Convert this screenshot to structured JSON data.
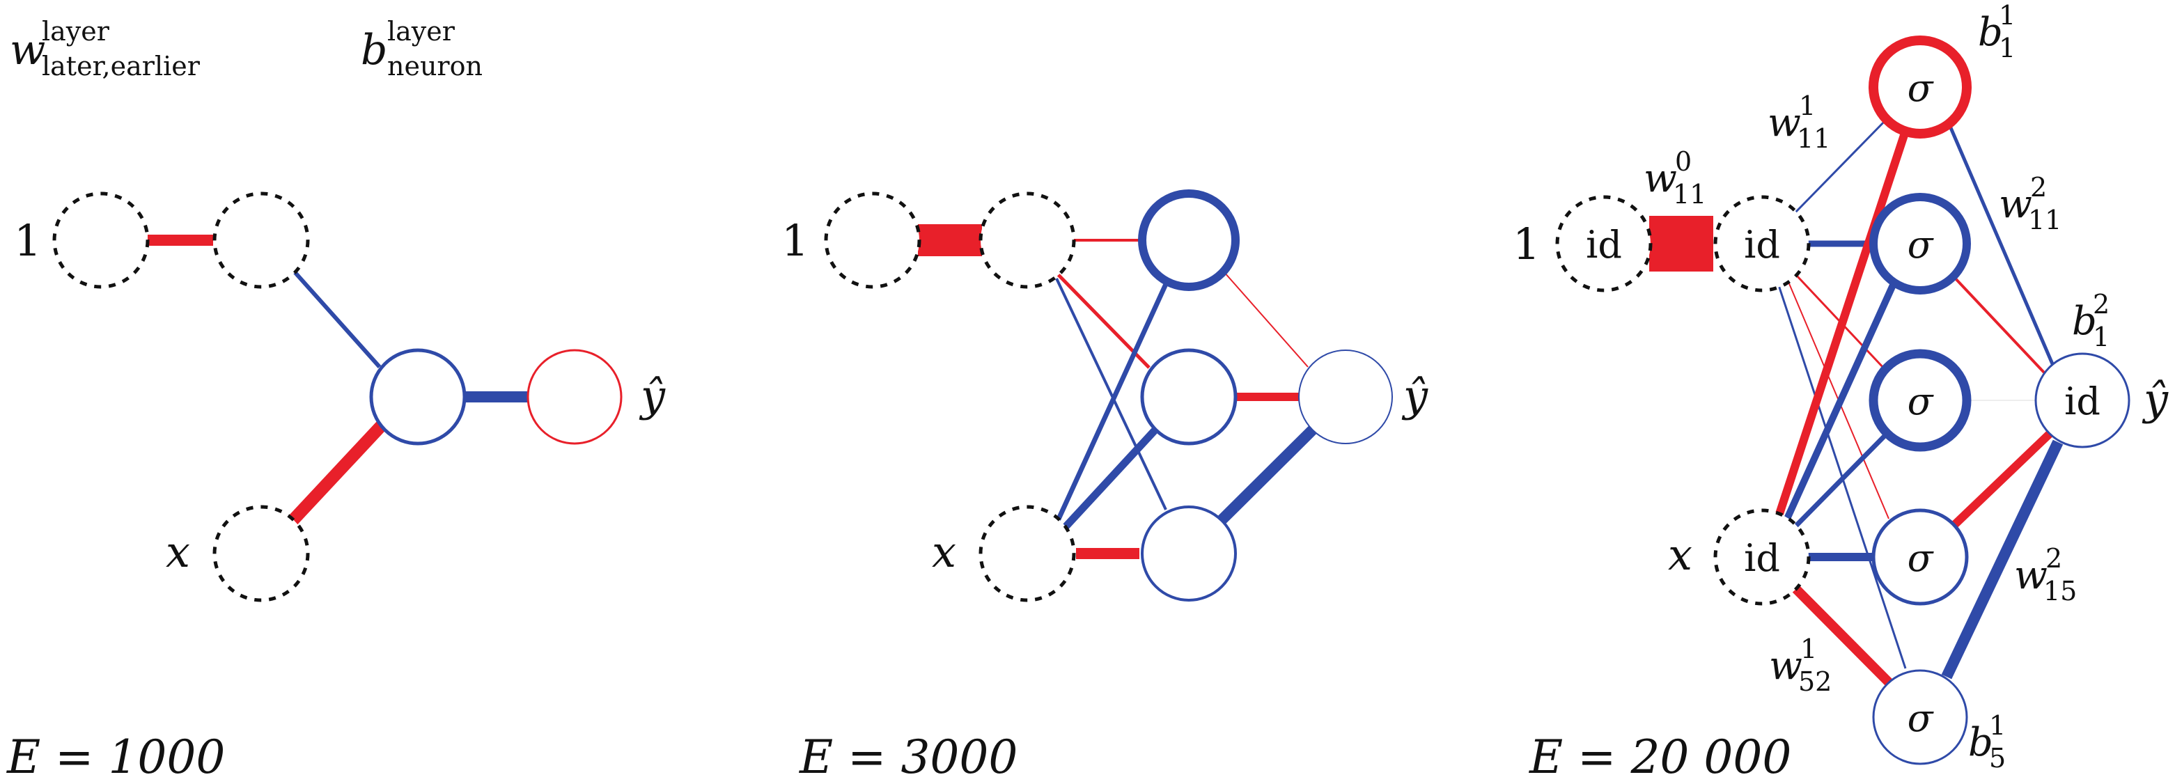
{
  "legend": {
    "weight": {
      "symbol": "w",
      "superscript": "layer",
      "subscript": "later,earlier"
    },
    "bias": {
      "symbol": "b",
      "superscript": "layer",
      "subscript": "neuron"
    }
  },
  "common": {
    "one_label": "1",
    "x_label": "x",
    "yhat_label": "ŷ",
    "identity_label": "id",
    "sigma_label": "σ"
  },
  "colors": {
    "positive": "#e8202a",
    "negative": "#2f4aa8",
    "dashed_node": "#111111"
  },
  "panels": [
    {
      "epochs_label": "E = 1000"
    },
    {
      "epochs_label": "E = 3000"
    },
    {
      "epochs_label": "E = 20 000"
    }
  ],
  "annotations": {
    "w11_0": {
      "sym": "w",
      "sup": "0",
      "sub": "11"
    },
    "w11_1": {
      "sym": "w",
      "sup": "1",
      "sub": "11"
    },
    "w52_1": {
      "sym": "w",
      "sup": "1",
      "sub": "52"
    },
    "w11_2": {
      "sym": "w",
      "sup": "2",
      "sub": "11"
    },
    "w15_2": {
      "sym": "w",
      "sup": "2",
      "sub": "15"
    },
    "b1_1": {
      "sym": "b",
      "sup": "1",
      "sub": "1"
    },
    "b5_1": {
      "sym": "b",
      "sup": "1",
      "sub": "5"
    },
    "b1_2": {
      "sym": "b",
      "sup": "2",
      "sub": "1"
    }
  }
}
